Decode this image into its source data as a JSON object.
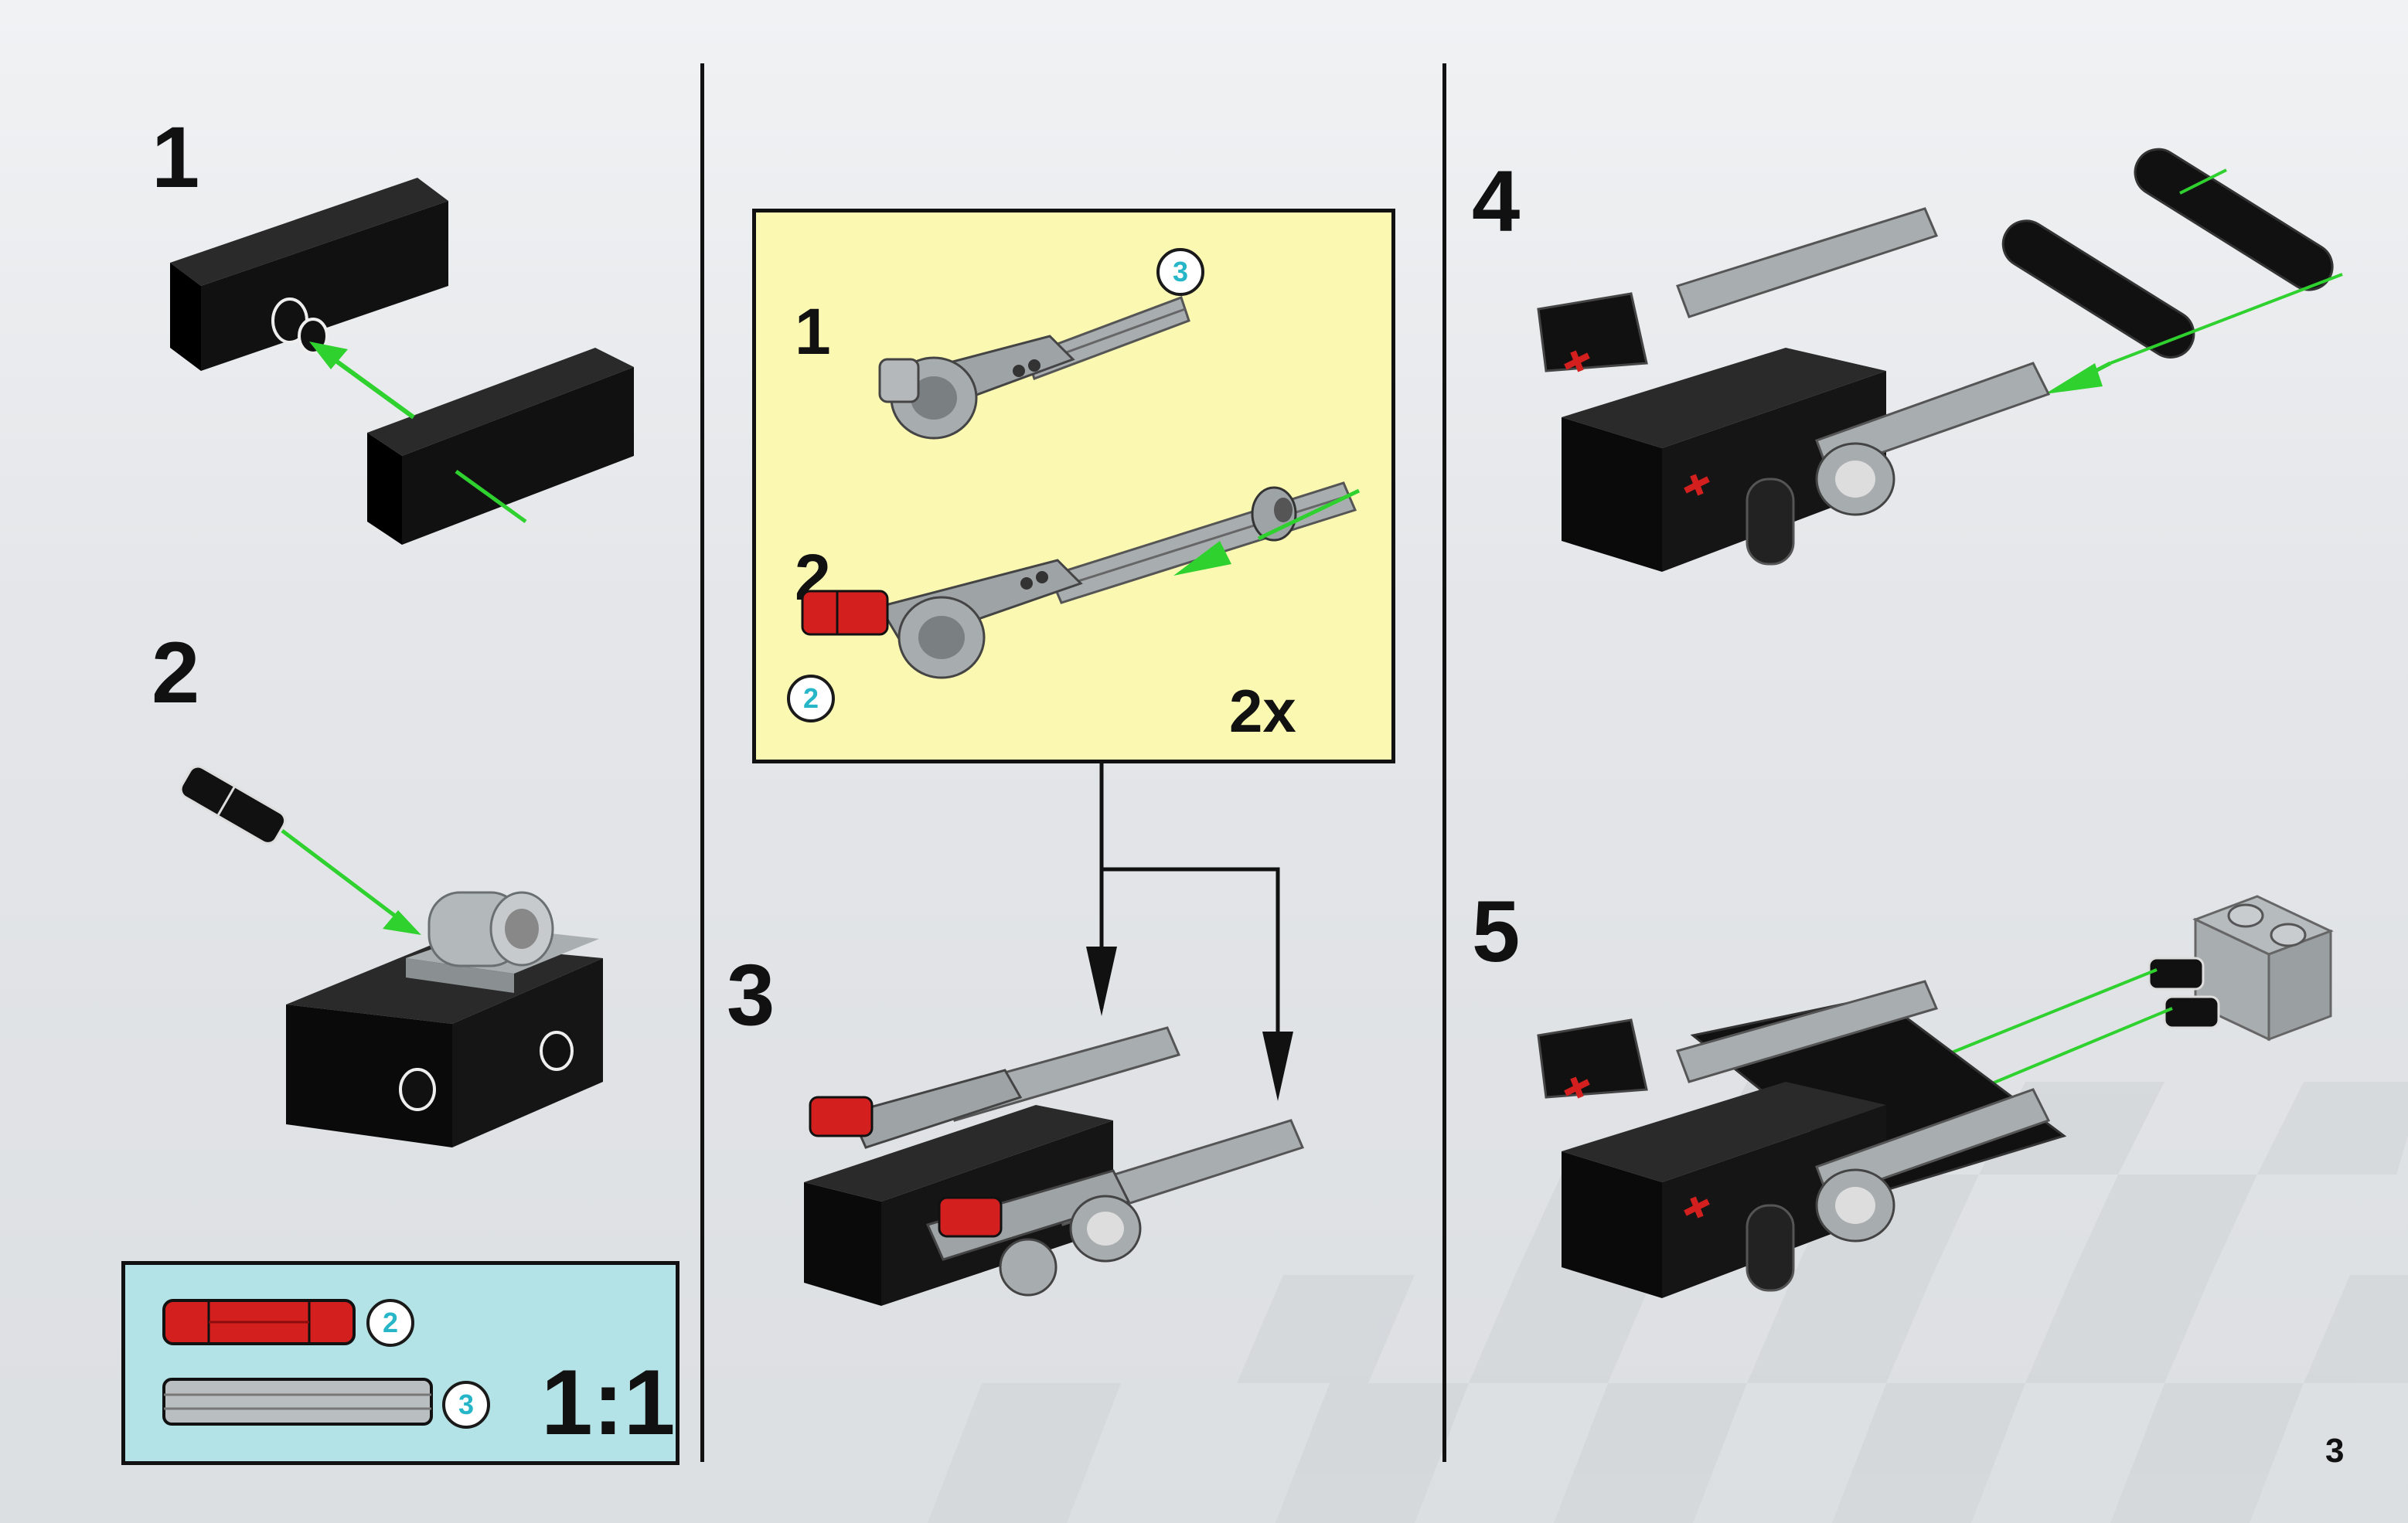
{
  "left_column": {
    "step_1": "1",
    "step_2": "2",
    "parts_box": {
      "part_a_count": "2",
      "part_b_count": "3",
      "scale_label": "1:1"
    }
  },
  "middle_column": {
    "sub_assembly": {
      "sub_step_1": "1",
      "sub_step_1_count": "3",
      "sub_step_2": "2",
      "sub_step_2_count": "2",
      "multiplier": "2x"
    },
    "step_3": "3"
  },
  "right_column": {
    "step_4": "4",
    "step_5": "5"
  },
  "page_number": "3",
  "colors": {
    "black_brick": "#111111",
    "grey_part": "#9ea3a6",
    "red_pin": "#d41f1f",
    "arrow_green": "#2fd12f",
    "callout_yellow": "#fbf8b2",
    "parts_cyan": "#b3e3e6"
  }
}
